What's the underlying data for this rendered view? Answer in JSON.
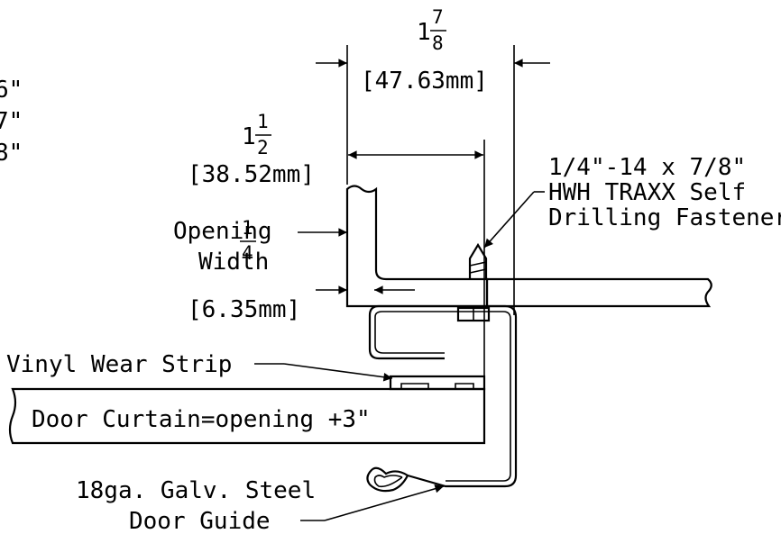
{
  "cut_off_left": [
    "6\"",
    "7\"",
    "8\""
  ],
  "dim_top": {
    "whole": "1",
    "num": "7",
    "den": "8",
    "mm": "[47.63mm]"
  },
  "dim_mid": {
    "whole": "1",
    "num": "1",
    "den": "2",
    "mm": "[38.52mm]"
  },
  "dim_low": {
    "num": "1",
    "den": "4",
    "mm": "[6.35mm]"
  },
  "opening_width": [
    "Opening",
    "Width"
  ],
  "fastener": [
    "1/4\"-14 x 7/8\"",
    "HWH TRAXX Self",
    "Drilling Fasteners."
  ],
  "vinyl_strip": "Vinyl Wear Strip",
  "door_curtain": "Door Curtain=opening +3\"",
  "door_guide": [
    "18ga. Galv. Steel",
    "Door Guide"
  ]
}
